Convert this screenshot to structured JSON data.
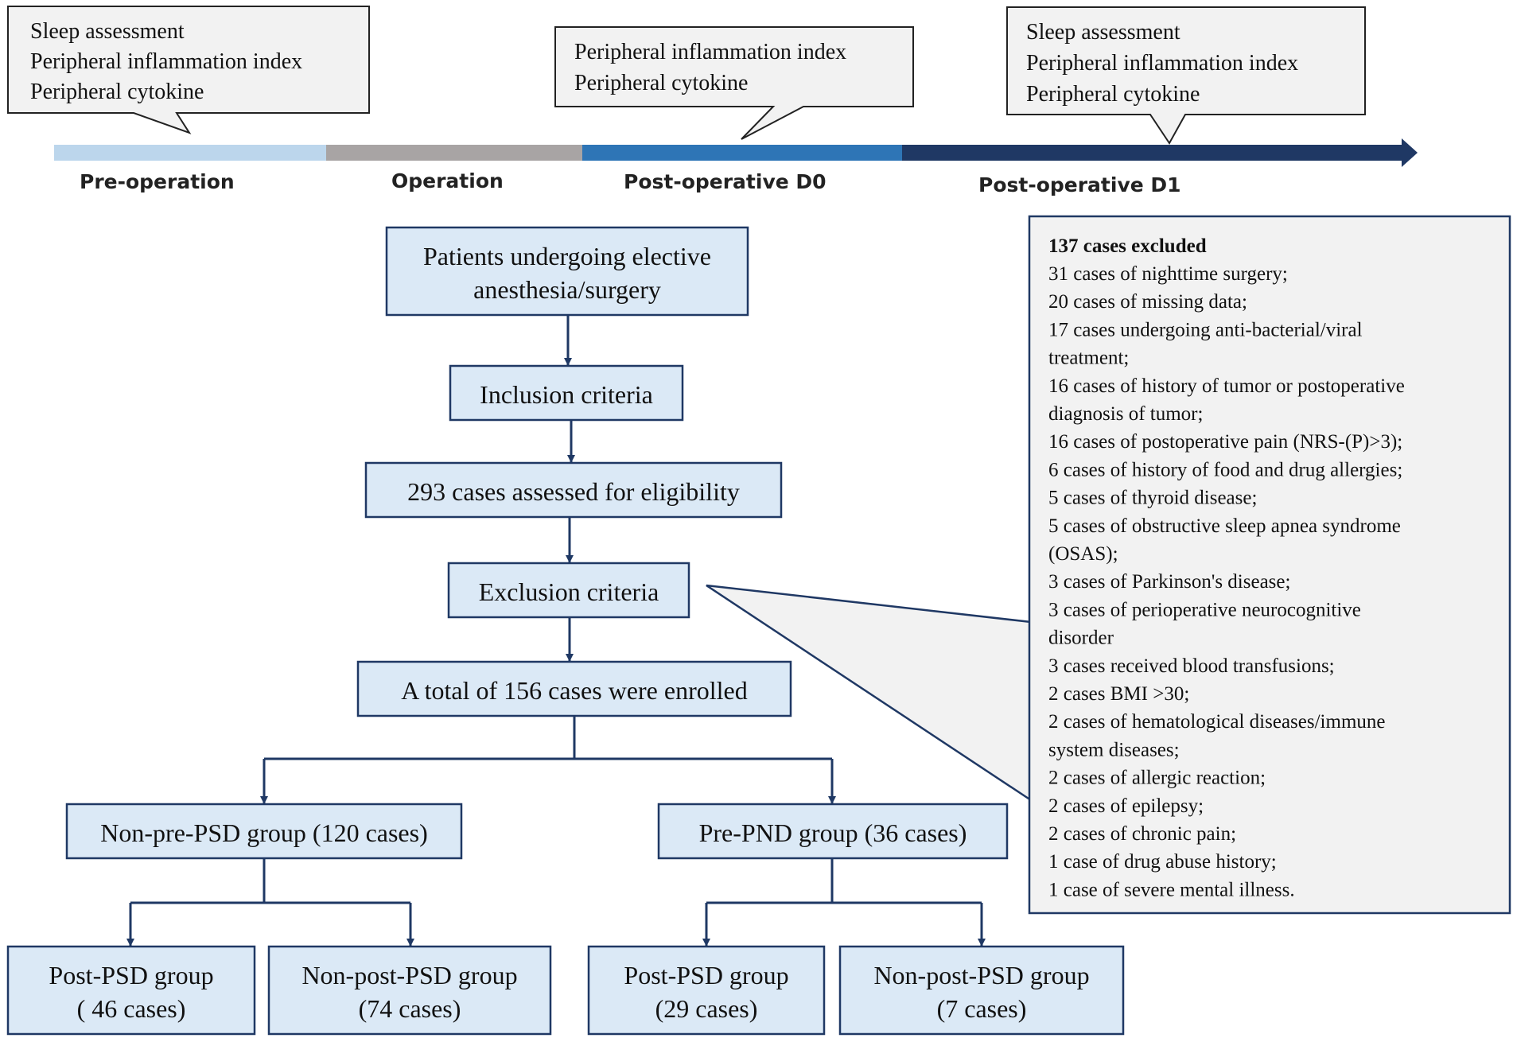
{
  "timeline": {
    "callouts": [
      {
        "lines": [
          "Sleep assessment",
          "Peripheral inflammation index",
          "Peripheral cytokine"
        ]
      },
      {
        "lines": [
          "Peripheral inflammation index",
          "Peripheral cytokine"
        ]
      },
      {
        "lines": [
          "Sleep assessment",
          "Peripheral inflammation index",
          "Peripheral cytokine"
        ]
      }
    ],
    "phases": [
      {
        "label": "Pre-operation",
        "color": "#bcd6ec"
      },
      {
        "label": "Operation",
        "color": "#a8a4a4"
      },
      {
        "label": "Post-operative D0",
        "color": "#2e75b6"
      },
      {
        "label": "Post-operative D1",
        "color": "#1f3864"
      }
    ]
  },
  "flow": {
    "box_fill": "#dbe9f6",
    "box_stroke": "#1f3864",
    "patients": [
      "Patients undergoing elective",
      "anesthesia/surgery"
    ],
    "inclusion": "Inclusion criteria",
    "assessed": "293 cases assessed for eligibility",
    "exclusion": "Exclusion criteria",
    "enrolled": "A total of 156 cases were enrolled",
    "non_pre_psd": "Non-pre-PSD group (120 cases)",
    "pre_pnd": "Pre-PND group (36 cases)",
    "leaves": [
      {
        "lines": [
          "Post-PSD group",
          "( 46 cases)"
        ]
      },
      {
        "lines": [
          "Non-post-PSD group",
          "(74 cases)"
        ]
      },
      {
        "lines": [
          "Post-PSD group",
          "(29 cases)"
        ]
      },
      {
        "lines": [
          "Non-post-PSD group",
          "(7 cases)"
        ]
      }
    ]
  },
  "exclusion_panel": {
    "title": "137 cases excluded",
    "lines": [
      "31 cases of nighttime surgery;",
      "20 cases of missing data;",
      "17 cases undergoing anti-bacterial/viral",
      "treatment;",
      "16 cases of  history of tumor or postoperative",
      "diagnosis of tumor;",
      "16 cases of postoperative pain (NRS-(P)>3);",
      "6 cases of history of food and drug allergies;",
      "5 cases of thyroid disease;",
      "5 cases of obstructive sleep apnea syndrome",
      "(OSAS);",
      "3 cases of Parkinson's disease;",
      "3 cases of  perioperative neurocognitive",
      "disorder",
      "3 cases received blood transfusions;",
      "2 cases BMI >30;",
      "2 cases of hematological diseases/immune",
      "system diseases;",
      "2 cases of allergic reaction;",
      "2 cases of epilepsy;",
      "2 cases of chronic pain;",
      "1 case of drug abuse history;",
      "1 case of severe mental illness."
    ]
  }
}
